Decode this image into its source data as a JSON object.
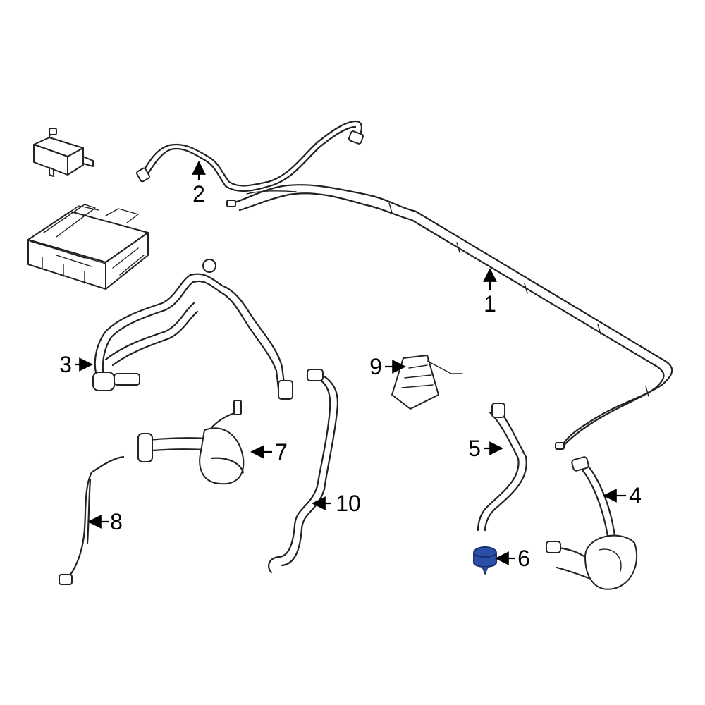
{
  "colors": {
    "line": "#222222",
    "background": "#ffffff",
    "highlight": "#2b4fa8",
    "highlight_dark": "#1a2f6e"
  },
  "callouts": [
    {
      "id": "1",
      "label": "1"
    },
    {
      "id": "2",
      "label": "2"
    },
    {
      "id": "3",
      "label": "3"
    },
    {
      "id": "4",
      "label": "4"
    },
    {
      "id": "5",
      "label": "5"
    },
    {
      "id": "6",
      "label": "6"
    },
    {
      "id": "7",
      "label": "7"
    },
    {
      "id": "8",
      "label": "8"
    },
    {
      "id": "9",
      "label": "9"
    },
    {
      "id": "10",
      "label": "10"
    }
  ],
  "highlighted_part": "6"
}
